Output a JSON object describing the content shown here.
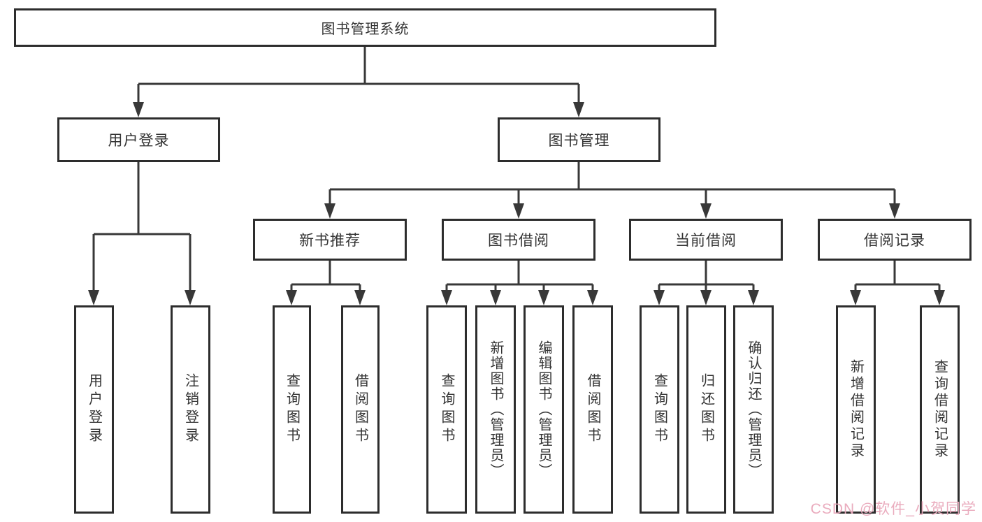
{
  "diagram_title": "图书管理系统",
  "nodes": [
    {
      "id": "system-root",
      "label": "图书管理系统",
      "level": 1
    },
    {
      "id": "user-login-group",
      "label": "用户登录",
      "level": 2
    },
    {
      "id": "book-mgmt-group",
      "label": "图书管理",
      "level": 2
    },
    {
      "id": "new-book-rec",
      "label": "新书推荐",
      "level": 3
    },
    {
      "id": "book-borrow",
      "label": "图书借阅",
      "level": 3
    },
    {
      "id": "current-borrow",
      "label": "当前借阅",
      "level": 3
    },
    {
      "id": "borrow-records",
      "label": "借阅记录",
      "level": 3
    },
    {
      "id": "login",
      "label": "用户登录",
      "level": 4
    },
    {
      "id": "logout",
      "label": "注销登录",
      "level": 4
    },
    {
      "id": "rec-query-book",
      "label": "查询图书",
      "level": 4
    },
    {
      "id": "rec-borrow-book",
      "label": "借阅图书",
      "level": 4
    },
    {
      "id": "bb-query-book",
      "label": "查询图书",
      "level": 4
    },
    {
      "id": "bb-add-book",
      "label": "新增图书（管理员）",
      "level": 4
    },
    {
      "id": "bb-edit-book",
      "label": "编辑图书（管理员）",
      "level": 4
    },
    {
      "id": "bb-borrow-book",
      "label": "借阅图书",
      "level": 4
    },
    {
      "id": "cb-query-book",
      "label": "查询图书",
      "level": 4
    },
    {
      "id": "cb-return-book",
      "label": "归还图书",
      "level": 4
    },
    {
      "id": "cb-confirm-return",
      "label": "确认归还（管理员）",
      "level": 4
    },
    {
      "id": "br-add-record",
      "label": "新增借阅记录",
      "level": 4
    },
    {
      "id": "br-query-record",
      "label": "查询借阅记录",
      "level": 4
    }
  ],
  "hierarchy": [
    {
      "parent": "图书管理系统",
      "children": [
        "用户登录",
        "图书管理"
      ]
    },
    {
      "parent": "用户登录",
      "children": [
        "用户登录",
        "注销登录"
      ]
    },
    {
      "parent": "图书管理",
      "children": [
        "新书推荐",
        "图书借阅",
        "当前借阅",
        "借阅记录"
      ]
    },
    {
      "parent": "新书推荐",
      "children": [
        "查询图书",
        "借阅图书"
      ]
    },
    {
      "parent": "图书借阅",
      "children": [
        "查询图书",
        "新增图书（管理员）",
        "编辑图书（管理员）",
        "借阅图书"
      ]
    },
    {
      "parent": "当前借阅",
      "children": [
        "查询图书",
        "归还图书",
        "确认归还（管理员）"
      ]
    },
    {
      "parent": "借阅记录",
      "children": [
        "新增借阅记录",
        "查询借阅记录"
      ]
    }
  ],
  "colors": {
    "line": "#383838",
    "border": "#2d2d2d",
    "text": "#333333",
    "watermark": "#e9a8ba"
  },
  "watermark": {
    "text": "CSDN @软件_小贺同学"
  }
}
